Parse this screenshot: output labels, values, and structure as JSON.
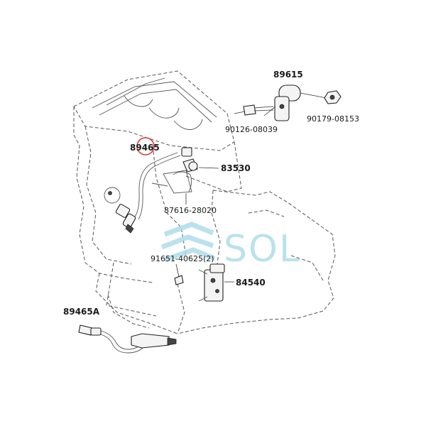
{
  "labels": {
    "p89615": "89615",
    "p90179": "90179-08153",
    "p90126": "90126-08039",
    "p89465": "89465",
    "p83530": "83530",
    "p87616": "87616-28020",
    "p91651": "91651-40625(2)",
    "p84540": "84540",
    "p89465a": "89465A"
  },
  "watermark": {
    "text": "SOL"
  },
  "colors": {
    "highlight_circle": "#e03a3a",
    "watermark": "#a9dbe8",
    "line_art": "#444444"
  }
}
